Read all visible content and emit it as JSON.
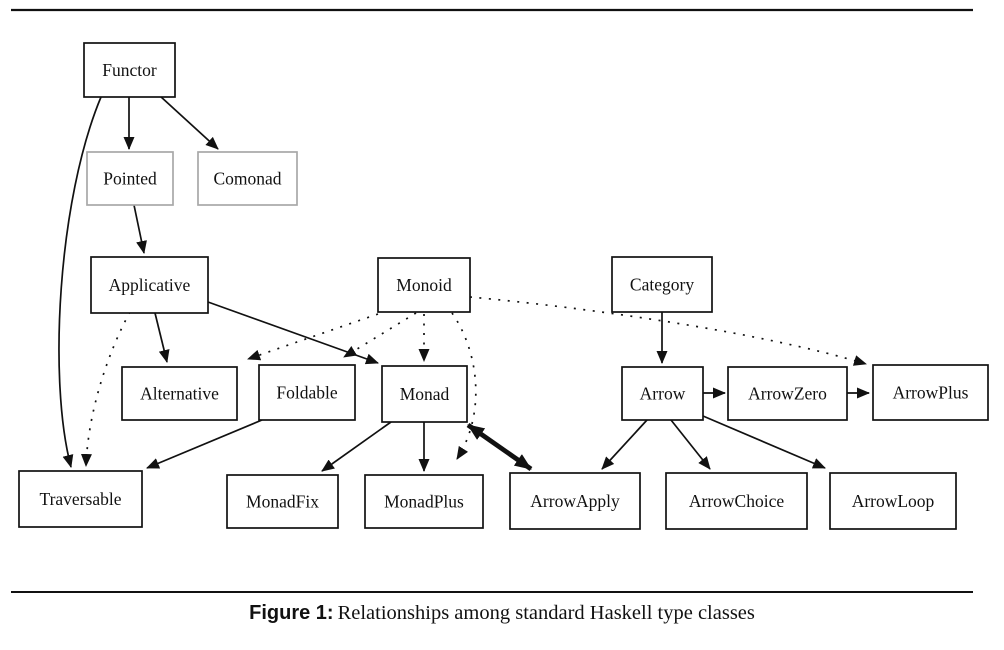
{
  "caption": {
    "label": "Figure 1:",
    "text": "Relationships among standard Haskell type classes"
  },
  "nodes": {
    "functor": "Functor",
    "pointed": "Pointed",
    "comonad": "Comonad",
    "applicative": "Applicative",
    "monoid": "Monoid",
    "category": "Category",
    "alternative": "Alternative",
    "foldable": "Foldable",
    "monad": "Monad",
    "arrow": "Arrow",
    "arrowzero": "ArrowZero",
    "arrowplus": "ArrowPlus",
    "traversable": "Traversable",
    "monadfix": "MonadFix",
    "monadplus": "MonadPlus",
    "arrowapply": "ArrowApply",
    "arrowchoice": "ArrowChoice",
    "arrowloop": "ArrowLoop"
  },
  "edges": {
    "solid": [
      {
        "from": "Functor",
        "to": "Pointed"
      },
      {
        "from": "Functor",
        "to": "Comonad"
      },
      {
        "from": "Functor",
        "to": "Traversable"
      },
      {
        "from": "Pointed",
        "to": "Applicative"
      },
      {
        "from": "Applicative",
        "to": "Alternative"
      },
      {
        "from": "Applicative",
        "to": "Monad"
      },
      {
        "from": "Foldable",
        "to": "Traversable"
      },
      {
        "from": "Monad",
        "to": "MonadFix"
      },
      {
        "from": "Monad",
        "to": "MonadPlus"
      },
      {
        "from": "Category",
        "to": "Arrow"
      },
      {
        "from": "Arrow",
        "to": "ArrowZero"
      },
      {
        "from": "ArrowZero",
        "to": "ArrowPlus"
      },
      {
        "from": "Arrow",
        "to": "ArrowApply"
      },
      {
        "from": "Arrow",
        "to": "ArrowChoice"
      },
      {
        "from": "Arrow",
        "to": "ArrowLoop"
      }
    ],
    "dotted": [
      {
        "from": "Applicative",
        "to": "Traversable"
      },
      {
        "from": "Monoid",
        "to": "Alternative"
      },
      {
        "from": "Monoid",
        "to": "Foldable"
      },
      {
        "from": "Monoid",
        "to": "Monad"
      },
      {
        "from": "Monoid",
        "to": "MonadPlus"
      },
      {
        "from": "Monoid",
        "to": "ArrowPlus"
      }
    ],
    "thick_bidirectional": [
      {
        "between": [
          "Monad",
          "ArrowApply"
        ]
      }
    ]
  },
  "colors": {
    "edge": "#111111",
    "node_border": "#111111",
    "muted_border": "#a8a8a8",
    "text": "#111111",
    "background": "#ffffff"
  }
}
